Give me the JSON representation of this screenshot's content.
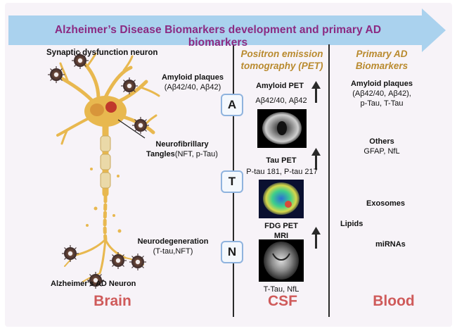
{
  "banner": {
    "title": "Alzheimer’s Disease Biomarkers development and primary AD biomarkers"
  },
  "brain": {
    "top_label": "Synaptic dysfunction neuron",
    "amyloid": {
      "title": "Amyloid plaques",
      "detail": "(Aβ42/40, Aβ42)"
    },
    "nft": {
      "title": "Neurofibrillary",
      "title2_bold": "Tangles",
      "detail": "(NFT, p-Tau)"
    },
    "neurodeg": {
      "title": "Neurodegeneration",
      "detail": "(T-tau,NFT)"
    },
    "bottom_label": "Alzheimer's AD Neuron",
    "footer": "Brain"
  },
  "csf": {
    "header_line1": "Positron emission",
    "header_line2": "tomography (PET)",
    "a": {
      "letter": "A",
      "title": "Amyloid PET",
      "detail": "Aβ42/40, Aβ42"
    },
    "t": {
      "letter": "T",
      "title": "Tau PET",
      "detail": "P-tau 181, P-tau 217"
    },
    "n": {
      "letter": "N",
      "title": "FDG PET",
      "title2": "MRI",
      "detail": "T-Tau, NfL"
    },
    "footer": "CSF"
  },
  "blood": {
    "header_line1": "Primary AD",
    "header_line2": "Biomarkers",
    "amyloid": {
      "title": "Amyloid plaques",
      "line2": "(Aβ42/40, Aβ42),",
      "line3": "p-Tau, T-Tau"
    },
    "others": {
      "title": "Others",
      "detail": "GFAP, NfL"
    },
    "exosomes": "Exosomes",
    "lipids": "Lipids",
    "mirnas": "miRNAs",
    "footer": "Blood"
  },
  "colors": {
    "banner": "#aad2ee",
    "banner_text": "#8b2a82",
    "header_text": "#b98a2e",
    "footer_text": "#cf5a5a",
    "neuron": "#e8b84f",
    "letter_border": "#8fb3de"
  },
  "icons": [
    "up-arrow-icon",
    "amyloid-plaque-icon",
    "pet-scan-icon",
    "mri-scan-icon",
    "neuron-illustration"
  ]
}
